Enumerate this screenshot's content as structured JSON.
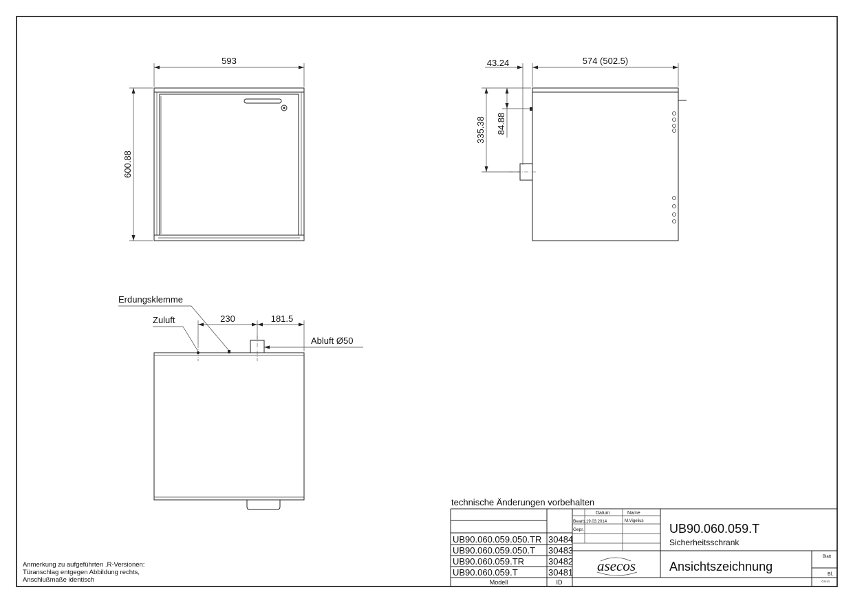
{
  "front_view": {
    "width_dim": "593",
    "height_dim": "600.88"
  },
  "side_view": {
    "offset_dim": "43.24",
    "depth_dim": "574 (502.5)",
    "height_dim": "335.38",
    "small_dim": "84.88"
  },
  "top_view": {
    "label_grounding": "Erdungsklemme",
    "label_supply": "Zuluft",
    "dim_a": "230",
    "dim_b": "181.5",
    "label_exhaust": "Abluft Ø50"
  },
  "note": {
    "line1": "Anmerkung zu aufgeführten .R-Versionen:",
    "line2": "Türanschlag entgegen Abbildung rechts,",
    "line3": "Anschlußmaße identisch"
  },
  "title_block": {
    "disclaimer": "technische Änderungen vorbehalten",
    "models": [
      {
        "model": "UB90.060.059.050.TR",
        "id": "30484"
      },
      {
        "model": "UB90.060.059.050.T",
        "id": "30483"
      },
      {
        "model": "UB90.060.059.TR",
        "id": "30482"
      },
      {
        "model": "UB90.060.059.T",
        "id": "30481"
      }
    ],
    "col_model": "Modell",
    "col_id": "ID",
    "col_date": "Datum",
    "col_name": "Name",
    "row_bearb": "Bearb.",
    "row_gepr": "Gepr.",
    "date": "19.03.2014",
    "name": "M.Vigelius",
    "drawing_number": "UB90.060.059.T",
    "product": "Sicherheitsschrank",
    "drawing_type": "Ansichtszeichnung",
    "blatt_label": "Blatt",
    "blatt_value": "Bl.",
    "copyright": "©2013",
    "logo": "asecos"
  }
}
